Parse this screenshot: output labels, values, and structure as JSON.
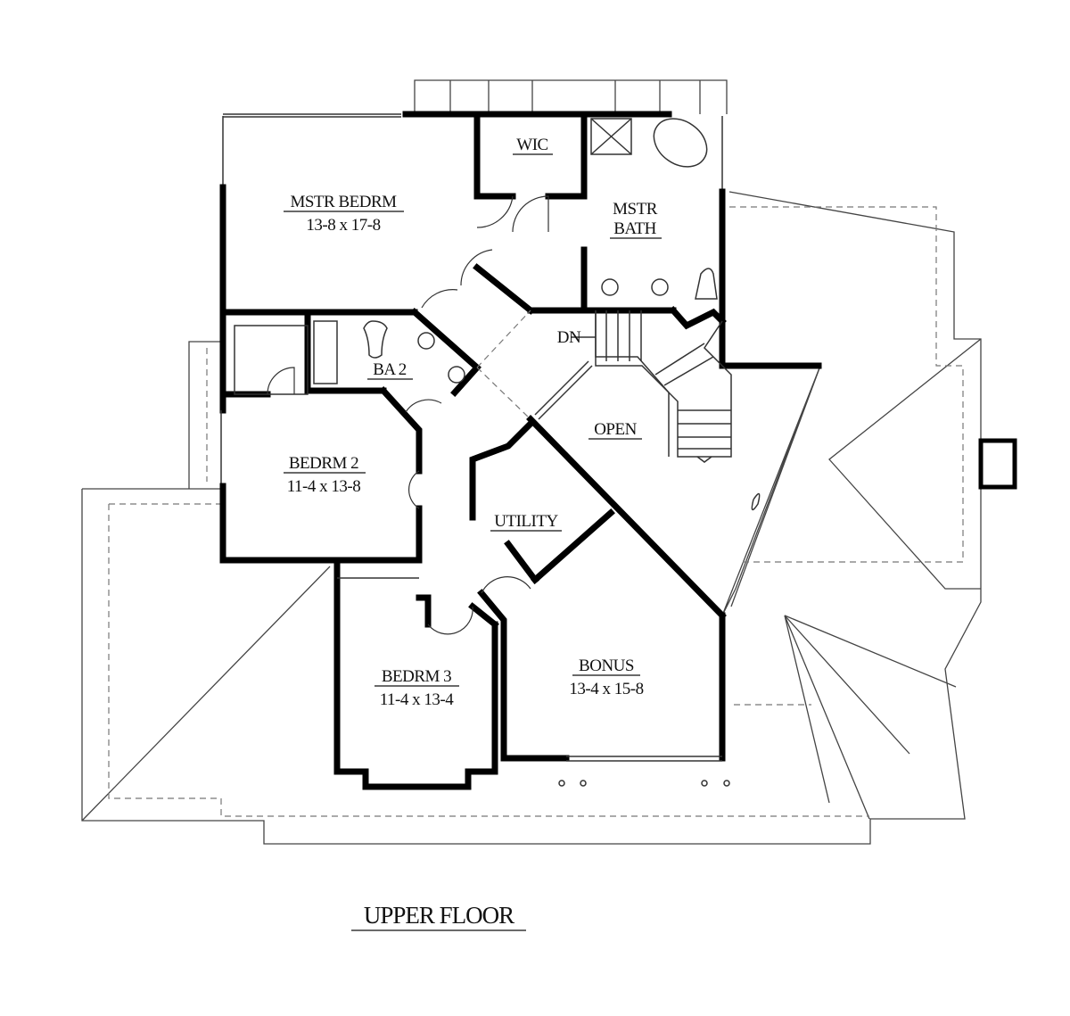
{
  "plan_title": "UPPER FLOOR",
  "rooms": {
    "master_bedroom": {
      "name": "MSTR BEDRM",
      "size": "13-8 x 17-8"
    },
    "wic": {
      "name": "WIC"
    },
    "master_bath": {
      "name_line1": "MSTR",
      "name_line2": "BATH"
    },
    "bath2": {
      "name": "BA 2"
    },
    "open": {
      "name": "OPEN"
    },
    "stairs": {
      "label": "DN"
    },
    "bedroom2": {
      "name": "BEDRM 2",
      "size": "11-4 x 13-8"
    },
    "utility": {
      "name": "UTILITY"
    },
    "bedroom3": {
      "name": "BEDRM 3",
      "size": "11-4 x 13-4"
    },
    "bonus": {
      "name": "BONUS",
      "size": "13-4 x 15-8"
    }
  }
}
